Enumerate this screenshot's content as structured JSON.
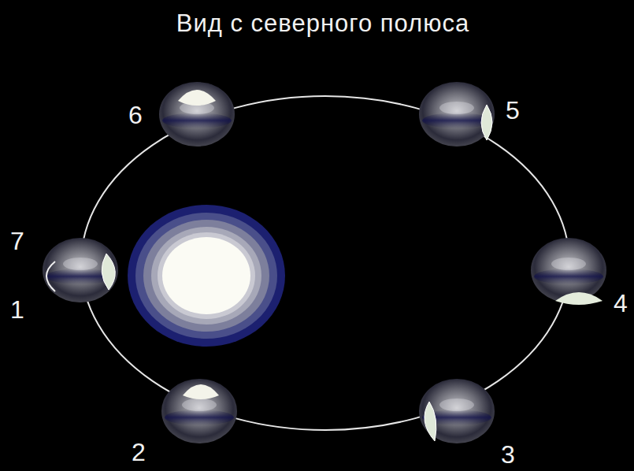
{
  "diagram": {
    "title": "Вид с северного полюса",
    "labels": [
      "6",
      "5",
      "7",
      "1",
      "4",
      "2",
      "3"
    ]
  }
}
